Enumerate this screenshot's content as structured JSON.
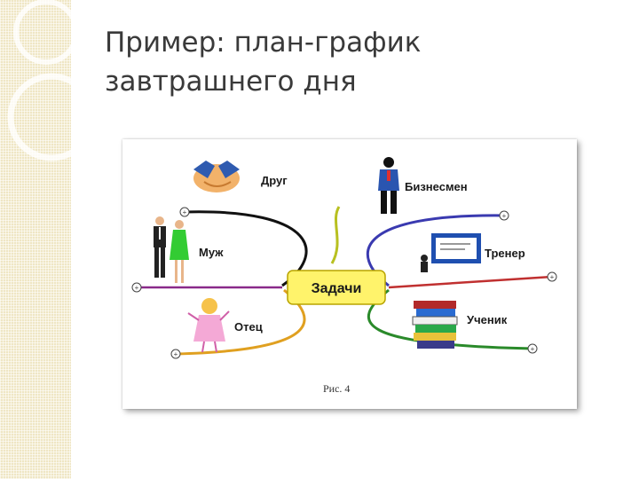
{
  "slide": {
    "title_line1": "Пример: план-график",
    "title_line2": "завтрашнего дня"
  },
  "diagram": {
    "center": "Задачи",
    "left_branches": [
      "Друг",
      "Муж",
      "Отец"
    ],
    "right_branches": [
      "Бизнесмен",
      "Тренер",
      "Ученик"
    ],
    "caption": "Рис. 4"
  }
}
